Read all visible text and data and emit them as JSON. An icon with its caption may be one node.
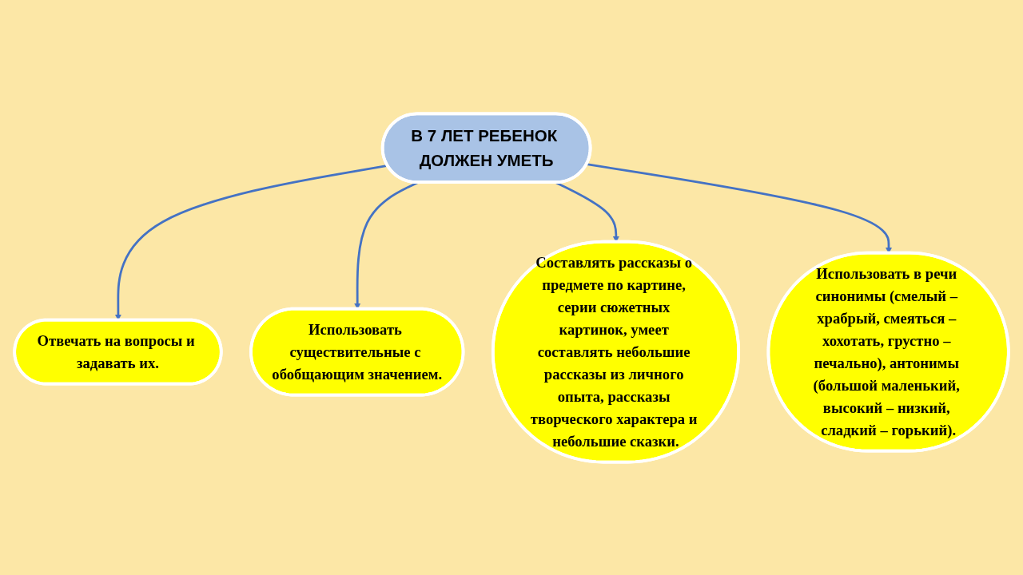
{
  "diagram": {
    "nodes": [
      {
        "text": [
          "Отвечать на вопросы и задавать их."
        ]
      },
      {
        "text": [
          "Использовать существительные с обобщающим значением."
        ]
      },
      {
        "text": [
          "В 7 ЛЕТ РЕБЕНОК ДОЛЖЕН УМЕТЬ"
        ]
      },
      {
        "text": [
          "Составлять рассказы о предмете по картине, серии сюжетных картинок, умеет составлять небольшие рассказы из личного опыта, рассказы творческого характера и небольшие сказки."
        ]
      },
      {
        "text": [
          "Использовать в речи синонимы (смелый – храбрый, смеяться – хохотать, грустно – печально), антонимы (большой маленький, высокий – низкий, сладкий – горький)."
        ]
      }
    ],
    "edges": [
      {
        "from": 2,
        "to": 0,
        "arrow": "to"
      },
      {
        "from": 2,
        "to": 1,
        "arrow": "to"
      },
      {
        "from": 2,
        "to": 3,
        "arrow": "to"
      },
      {
        "from": 2,
        "to": 4,
        "arrow": "to"
      }
    ]
  }
}
